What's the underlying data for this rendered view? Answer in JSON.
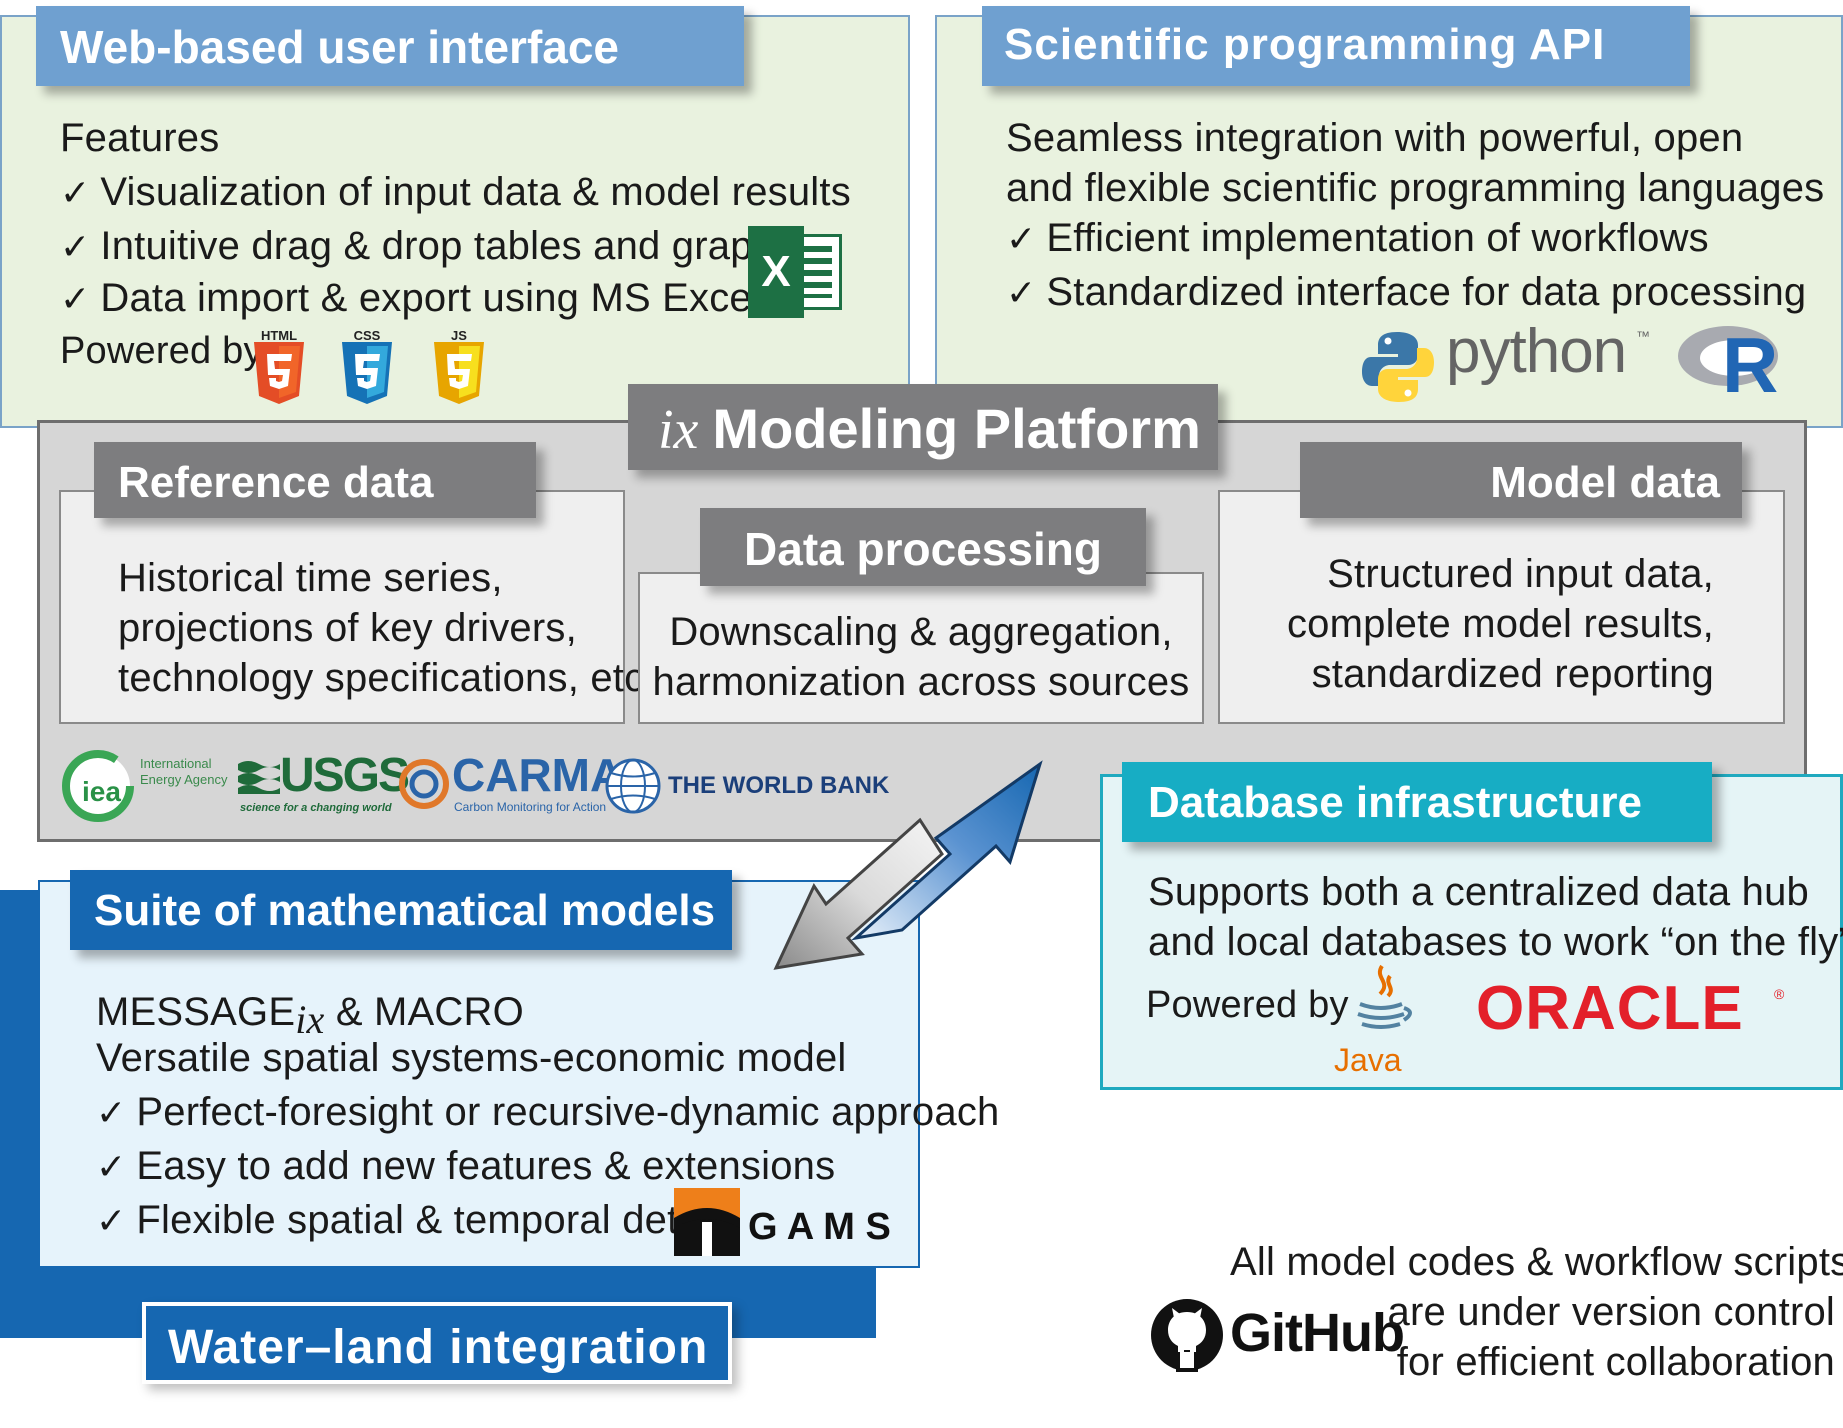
{
  "web_ui": {
    "title": "Web-based user interface",
    "features_heading": "Features",
    "features": [
      "Visualization of input data & model results",
      "Intuitive drag & drop tables and graphs",
      "Data import & export using MS Excel"
    ],
    "powered_by": "Powered by",
    "tech_badges": [
      "HTML",
      "CSS",
      "JS"
    ],
    "excel_icon_letter": "X"
  },
  "sci_api": {
    "title": "Scientific programming API",
    "description_lines": [
      "Seamless integration with powerful, open",
      "and flexible scientific programming languages"
    ],
    "features": [
      "Efficient implementation of workflows",
      "Standardized interface for data processing"
    ],
    "python_label": "python",
    "python_tm": "™",
    "r_letter": "R"
  },
  "platform": {
    "title_prefix": "ix",
    "title": "Modeling Platform"
  },
  "reference_data": {
    "title": "Reference data",
    "lines": [
      "Historical time series,",
      "projections of key drivers,",
      "technology specifications, etc."
    ]
  },
  "data_processing": {
    "title": "Data processing",
    "lines": [
      "Downscaling & aggregation,",
      "harmonization across sources"
    ]
  },
  "model_data": {
    "title": "Model data",
    "lines": [
      "Structured input data,",
      "complete model results,",
      "standardized reporting"
    ]
  },
  "logos": {
    "iea_mark": "iea",
    "iea_line1": "International",
    "iea_line2": "Energy Agency",
    "usgs": "USGS",
    "usgs_tagline": "science for a changing world",
    "carma": "CARMA",
    "carma_tagline": "Carbon Monitoring for Action",
    "world_bank": "THE WORLD BANK"
  },
  "database": {
    "title": "Database infrastructure",
    "lines": [
      "Supports both a centralized data hub",
      "and local databases to work “on the fly”"
    ],
    "powered_by": "Powered by",
    "java_label": "Java",
    "oracle_label": "ORACLE",
    "oracle_reg": "®"
  },
  "models": {
    "title": "Suite of mathematical models",
    "message_prefix": "MESSAGE",
    "message_sub": "ix",
    "message_suffix": " & MACRO",
    "subtitle": "Versatile spatial systems-economic model",
    "features": [
      "Perfect-foresight or recursive-dynamic approach",
      "Easy to add new features & extensions",
      "Flexible spatial & temporal detail"
    ],
    "gams_label": "G A M S"
  },
  "water_land": {
    "title": "Water–land integration"
  },
  "github": {
    "label": "GitHub",
    "lines": [
      "All model codes & workflow scripts",
      "are under version control",
      "for efficient collaboration"
    ]
  },
  "check_mark": "✓",
  "colors": {
    "green_panel": "#e9f2df",
    "blue_header": "#6fa0d0",
    "grey_header": "#7d7d7f",
    "platform_bg": "#d6d6d6",
    "dark_blue": "#1667b1",
    "light_blue_panel": "#e6f3fb",
    "teal_header": "#17adc4",
    "teal_panel": "#e5f4f6",
    "oracle_red": "#e3202a"
  }
}
